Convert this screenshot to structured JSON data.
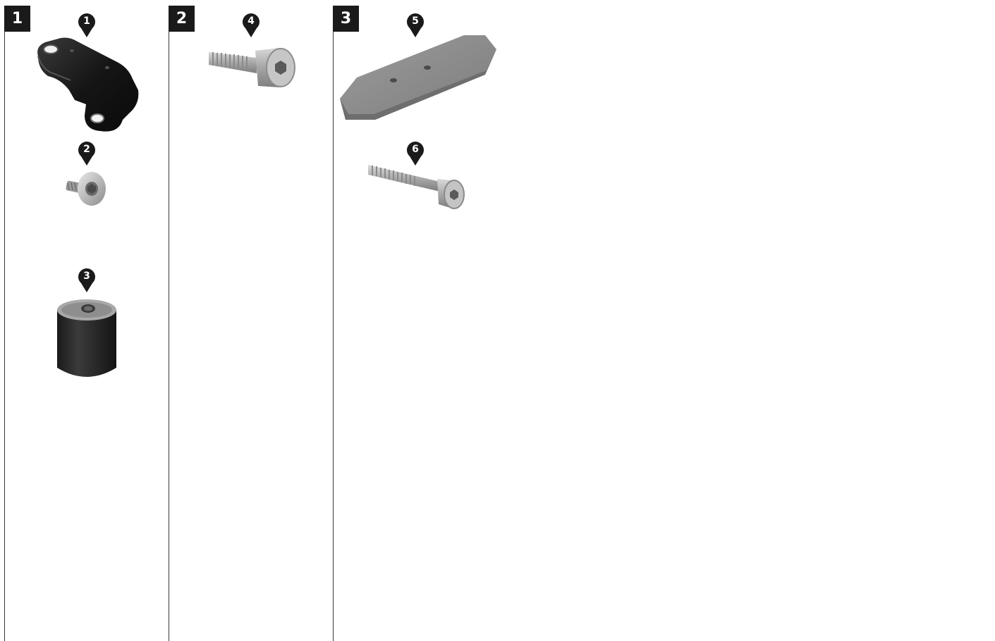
{
  "steps": [
    {
      "number": "1"
    },
    {
      "number": "2"
    },
    {
      "number": "3"
    }
  ],
  "callouts": [
    "1",
    "2",
    "3",
    "4",
    "5",
    "6"
  ],
  "parts": [
    {
      "callout": "1",
      "icon": "mounting-bracket-icon",
      "color": "#1e1e1e"
    },
    {
      "callout": "2",
      "icon": "countersunk-screw-icon",
      "color": "#a9a9a9"
    },
    {
      "callout": "3",
      "icon": "rubber-buffer-icon",
      "color": "#262626"
    },
    {
      "callout": "4",
      "icon": "socket-head-bolt-icon",
      "color": "#b4b4b4"
    },
    {
      "callout": "5",
      "icon": "metal-plate-icon",
      "color": "#8f8f8f"
    },
    {
      "callout": "6",
      "icon": "long-socket-head-bolt-icon",
      "color": "#b0b0b0"
    }
  ]
}
